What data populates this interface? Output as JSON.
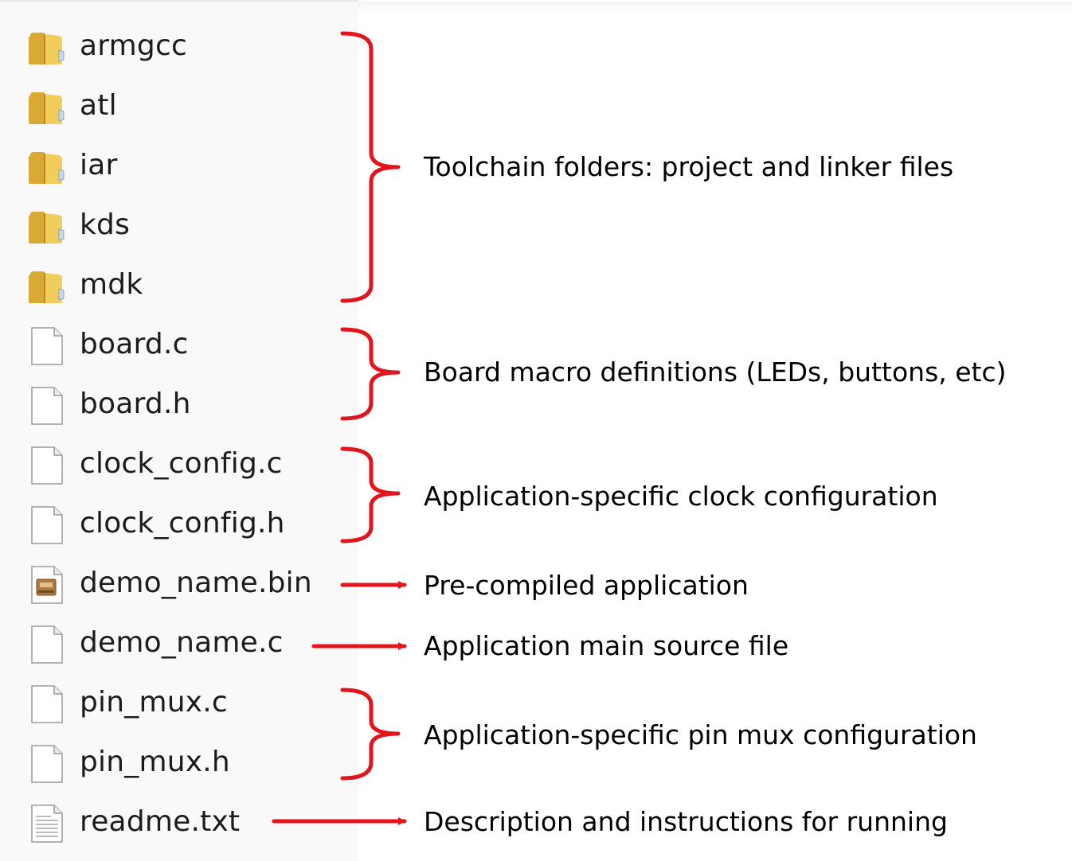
{
  "files": [
    {
      "name": "armgcc",
      "icon": "folder-icon"
    },
    {
      "name": "atl",
      "icon": "folder-icon"
    },
    {
      "name": "iar",
      "icon": "folder-icon"
    },
    {
      "name": "kds",
      "icon": "folder-icon"
    },
    {
      "name": "mdk",
      "icon": "folder-icon"
    },
    {
      "name": "board.c",
      "icon": "file-icon"
    },
    {
      "name": "board.h",
      "icon": "file-icon"
    },
    {
      "name": "clock_config.c",
      "icon": "file-icon"
    },
    {
      "name": "clock_config.h",
      "icon": "file-icon"
    },
    {
      "name": "demo_name.bin",
      "icon": "binary-file-icon"
    },
    {
      "name": "demo_name.c",
      "icon": "file-icon"
    },
    {
      "name": "pin_mux.c",
      "icon": "file-icon"
    },
    {
      "name": "pin_mux.h",
      "icon": "file-icon"
    },
    {
      "name": "readme.txt",
      "icon": "text-file-icon"
    }
  ],
  "annotations": [
    {
      "text": "Toolchain folders: project and linker files",
      "kind": "brace"
    },
    {
      "text": "Board macro definitions (LEDs, buttons, etc)",
      "kind": "brace"
    },
    {
      "text": "Application-specific clock configuration",
      "kind": "brace"
    },
    {
      "text": "Pre-compiled application",
      "kind": "arrow"
    },
    {
      "text": "Application main source file",
      "kind": "arrow"
    },
    {
      "text": "Application-specific pin mux configuration",
      "kind": "brace"
    },
    {
      "text": "Description and instructions for running",
      "kind": "arrow"
    }
  ],
  "colors": {
    "annotation": "#e3141b",
    "folder": "#e8c04e",
    "text": "#1c1c1c"
  }
}
